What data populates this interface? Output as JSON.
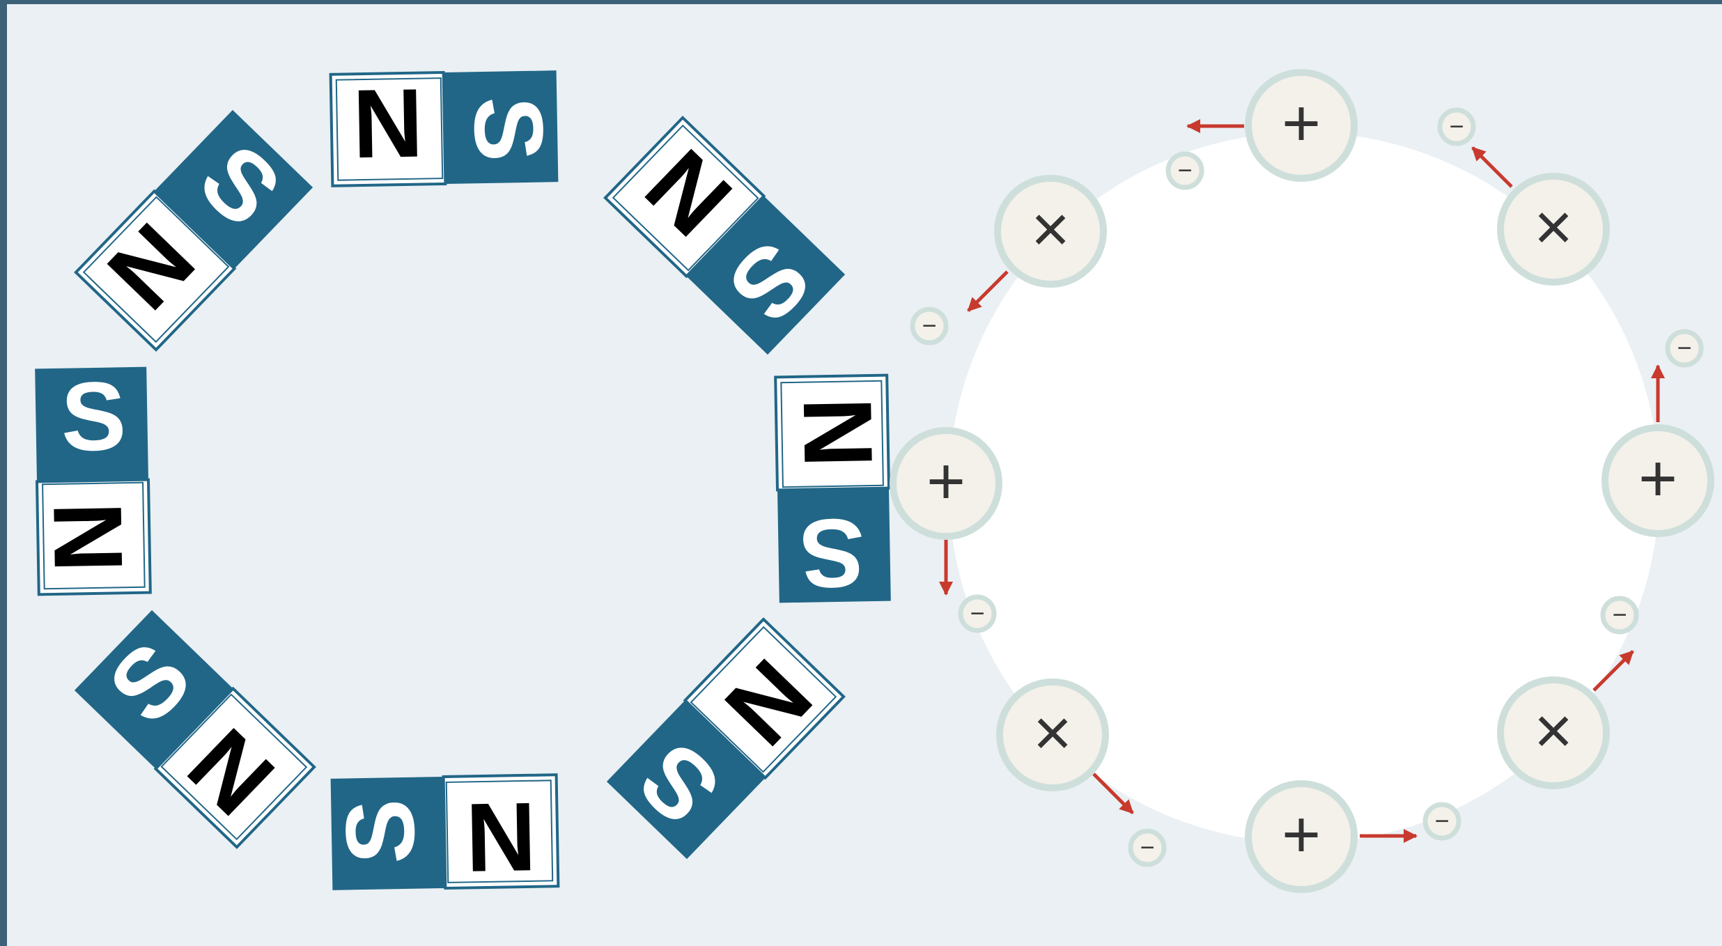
{
  "colors": {
    "background": "#eaf0f3",
    "frame": "#3d6178",
    "magnet_south": "#216687",
    "magnet_north": "#ffffff",
    "magnet_border": "#216687",
    "north_letter": "#000000",
    "south_letter": "#ffffff",
    "ring_fill": "#ffffff",
    "nucleus_fill": "#f4f1ea",
    "nucleus_ring": "#cedfdb",
    "symbol": "#333333",
    "arrow": "#c8392e"
  },
  "magnet_ring": {
    "magnets": [
      {
        "id": "top",
        "north": "N",
        "south": "S",
        "north_direction": "left"
      },
      {
        "id": "top-right",
        "north": "N",
        "south": "S",
        "north_direction": "up-left"
      },
      {
        "id": "right",
        "north": "N",
        "south": "S",
        "north_direction": "up"
      },
      {
        "id": "bottom-right",
        "north": "N",
        "south": "S",
        "north_direction": "up-right"
      },
      {
        "id": "bottom",
        "north": "N",
        "south": "S",
        "north_direction": "right"
      },
      {
        "id": "bottom-left",
        "north": "N",
        "south": "S",
        "north_direction": "down-right"
      },
      {
        "id": "left",
        "north": "N",
        "south": "S",
        "north_direction": "down"
      },
      {
        "id": "top-left",
        "north": "N",
        "south": "S",
        "north_direction": "down-left"
      }
    ]
  },
  "atom_ring": {
    "nuclei": [
      {
        "id": "top",
        "symbol": "+"
      },
      {
        "id": "top-right",
        "symbol": "×"
      },
      {
        "id": "right",
        "symbol": "+"
      },
      {
        "id": "bottom-right",
        "symbol": "×"
      },
      {
        "id": "bottom",
        "symbol": "+"
      },
      {
        "id": "bottom-left",
        "symbol": "×"
      },
      {
        "id": "left",
        "symbol": "+"
      },
      {
        "id": "top-left",
        "symbol": "×"
      }
    ],
    "electron_symbol": "−",
    "electron_count": 8,
    "motion_arrows": 8
  }
}
